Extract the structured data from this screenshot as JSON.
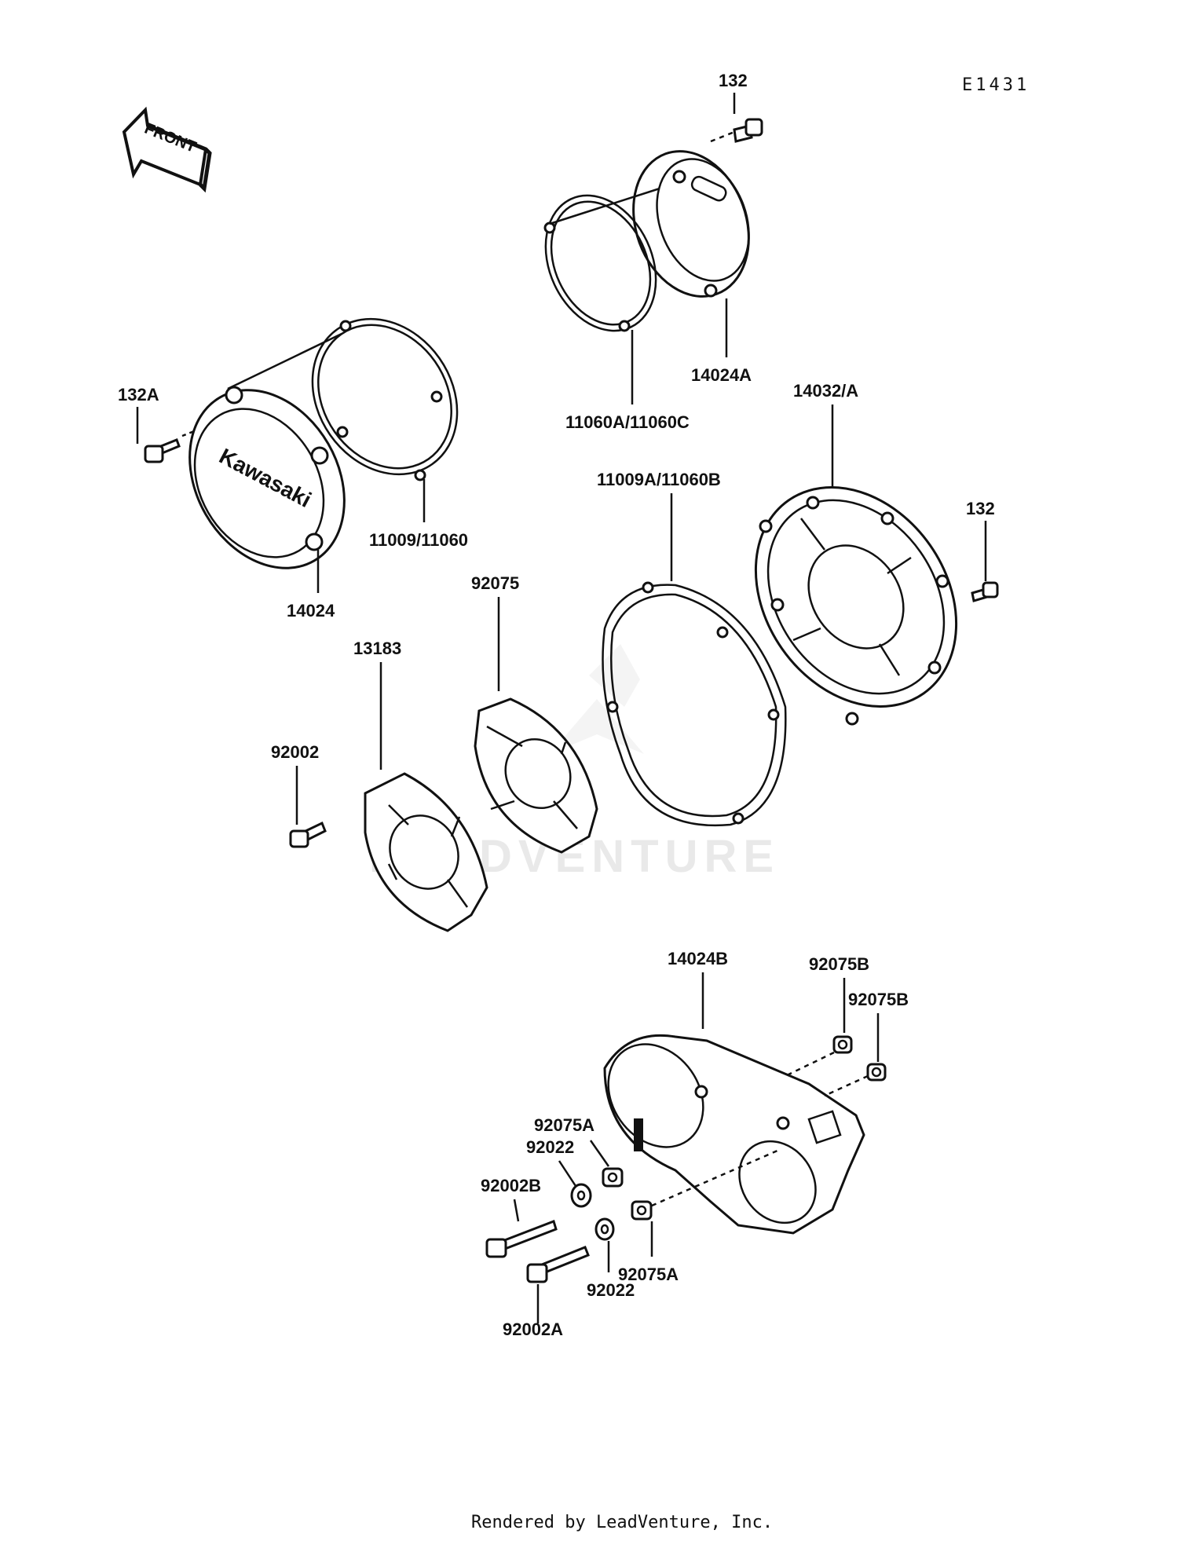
{
  "diagram_code": "E1431",
  "front_label": "FRONT",
  "cover_brand": "Kawasaki",
  "watermark": "LEADVENTURE",
  "footer": "Rendered by LeadVenture, Inc.",
  "labels": {
    "p132_top": "132",
    "p14024A": "14024A",
    "p11060A_C": "11060A/11060C",
    "p132A": "132A",
    "p11009_11060": "11009/11060",
    "p14024": "14024",
    "p14032A": "14032/A",
    "p11009A_11060B": "11009A/11060B",
    "p132_right": "132",
    "p92075": "92075",
    "p13183": "13183",
    "p92002": "92002",
    "p14024B": "14024B",
    "p92075B_1": "92075B",
    "p92075B_2": "92075B",
    "p92075A_top": "92075A",
    "p92022_top": "92022",
    "p92002B": "92002B",
    "p92075A_bottom": "92075A",
    "p92022_bottom": "92022",
    "p92002A": "92002A"
  }
}
